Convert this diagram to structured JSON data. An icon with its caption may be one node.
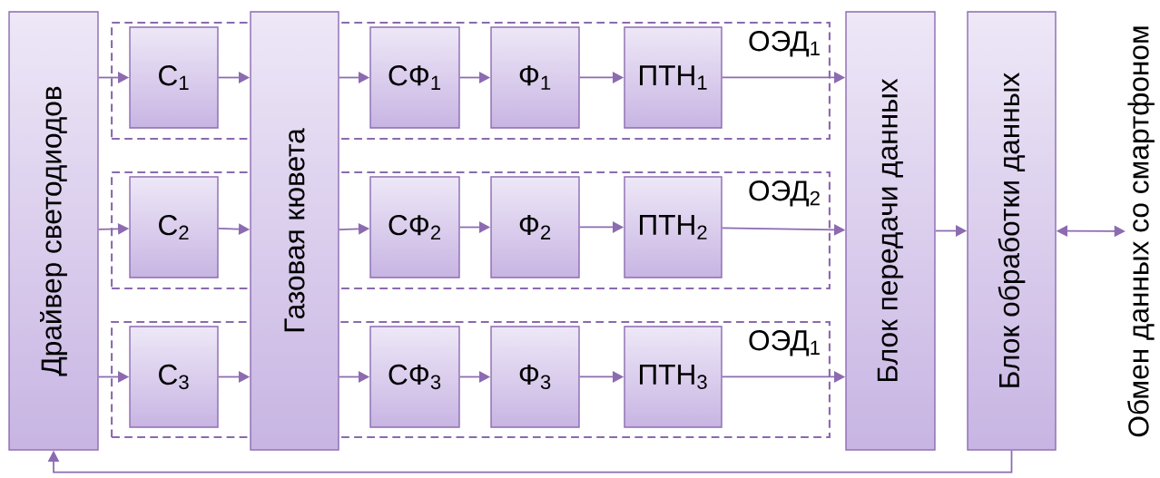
{
  "diagram": {
    "nodes": [
      {
        "text": [
          "Драйвер светодиодов"
        ]
      },
      {
        "text": [
          "Газовая кювета"
        ]
      },
      {
        "text": [
          "ОЭД$_{1}$"
        ]
      },
      {
        "text": [
          "С$_{1}$"
        ],
        "in": 2
      },
      {
        "text": [
          "СФ$_{1}$"
        ],
        "in": 2
      },
      {
        "text": [
          "Ф$_{1}$"
        ],
        "in": 2
      },
      {
        "text": [
          "ПТН$_{1}$"
        ],
        "in": 2
      },
      {
        "text": [
          "ОЭД$_{2}$"
        ]
      },
      {
        "text": [
          "С$_{2}$"
        ],
        "in": 7
      },
      {
        "text": [
          "СФ$_{2}$"
        ],
        "in": 7
      },
      {
        "text": [
          "Ф$_{2}$"
        ],
        "in": 7
      },
      {
        "text": [
          "ПТН$_{2}$"
        ],
        "in": 7
      },
      {
        "text": [
          "ОЭД$_{1}$"
        ]
      },
      {
        "text": [
          "С$_{3}$"
        ],
        "in": 12
      },
      {
        "text": [
          "СФ$_{3}$"
        ],
        "in": 12
      },
      {
        "text": [
          "Ф$_{3}$"
        ],
        "in": 12
      },
      {
        "text": [
          "ПТН$_{3}$"
        ],
        "in": 12
      },
      {
        "text": [
          "Блок передачи данных"
        ]
      },
      {
        "text": [
          "Блок обработки данных"
        ]
      },
      {
        "text": [
          "Обмен данных со смартфоном"
        ]
      }
    ],
    "edges": [
      {
        "from": 0,
        "to": 3,
        "arrow": "to"
      },
      {
        "from": 0,
        "to": 8,
        "arrow": "to"
      },
      {
        "from": 0,
        "to": 13,
        "arrow": "to"
      },
      {
        "from": 3,
        "to": 1,
        "arrow": "to"
      },
      {
        "from": 8,
        "to": 1,
        "arrow": "to"
      },
      {
        "from": 13,
        "to": 1,
        "arrow": "to"
      },
      {
        "from": 1,
        "to": 4,
        "arrow": "to"
      },
      {
        "from": 1,
        "to": 9,
        "arrow": "to"
      },
      {
        "from": 1,
        "to": 14,
        "arrow": "to"
      },
      {
        "from": 4,
        "to": 5,
        "arrow": "to"
      },
      {
        "from": 5,
        "to": 6,
        "arrow": "to"
      },
      {
        "from": 9,
        "to": 10,
        "arrow": "to"
      },
      {
        "from": 10,
        "to": 11,
        "arrow": "to"
      },
      {
        "from": 14,
        "to": 15,
        "arrow": "to"
      },
      {
        "from": 15,
        "to": 16,
        "arrow": "to"
      },
      {
        "from": 6,
        "to": 17,
        "arrow": "to"
      },
      {
        "from": 11,
        "to": 17,
        "arrow": "to"
      },
      {
        "from": 16,
        "to": 17,
        "arrow": "to"
      },
      {
        "from": 17,
        "to": 18,
        "arrow": "to"
      },
      {
        "from": 18,
        "to": 19,
        "arrow": "both"
      },
      {
        "from": 18,
        "to": 0,
        "arrow": "to"
      }
    ]
  }
}
